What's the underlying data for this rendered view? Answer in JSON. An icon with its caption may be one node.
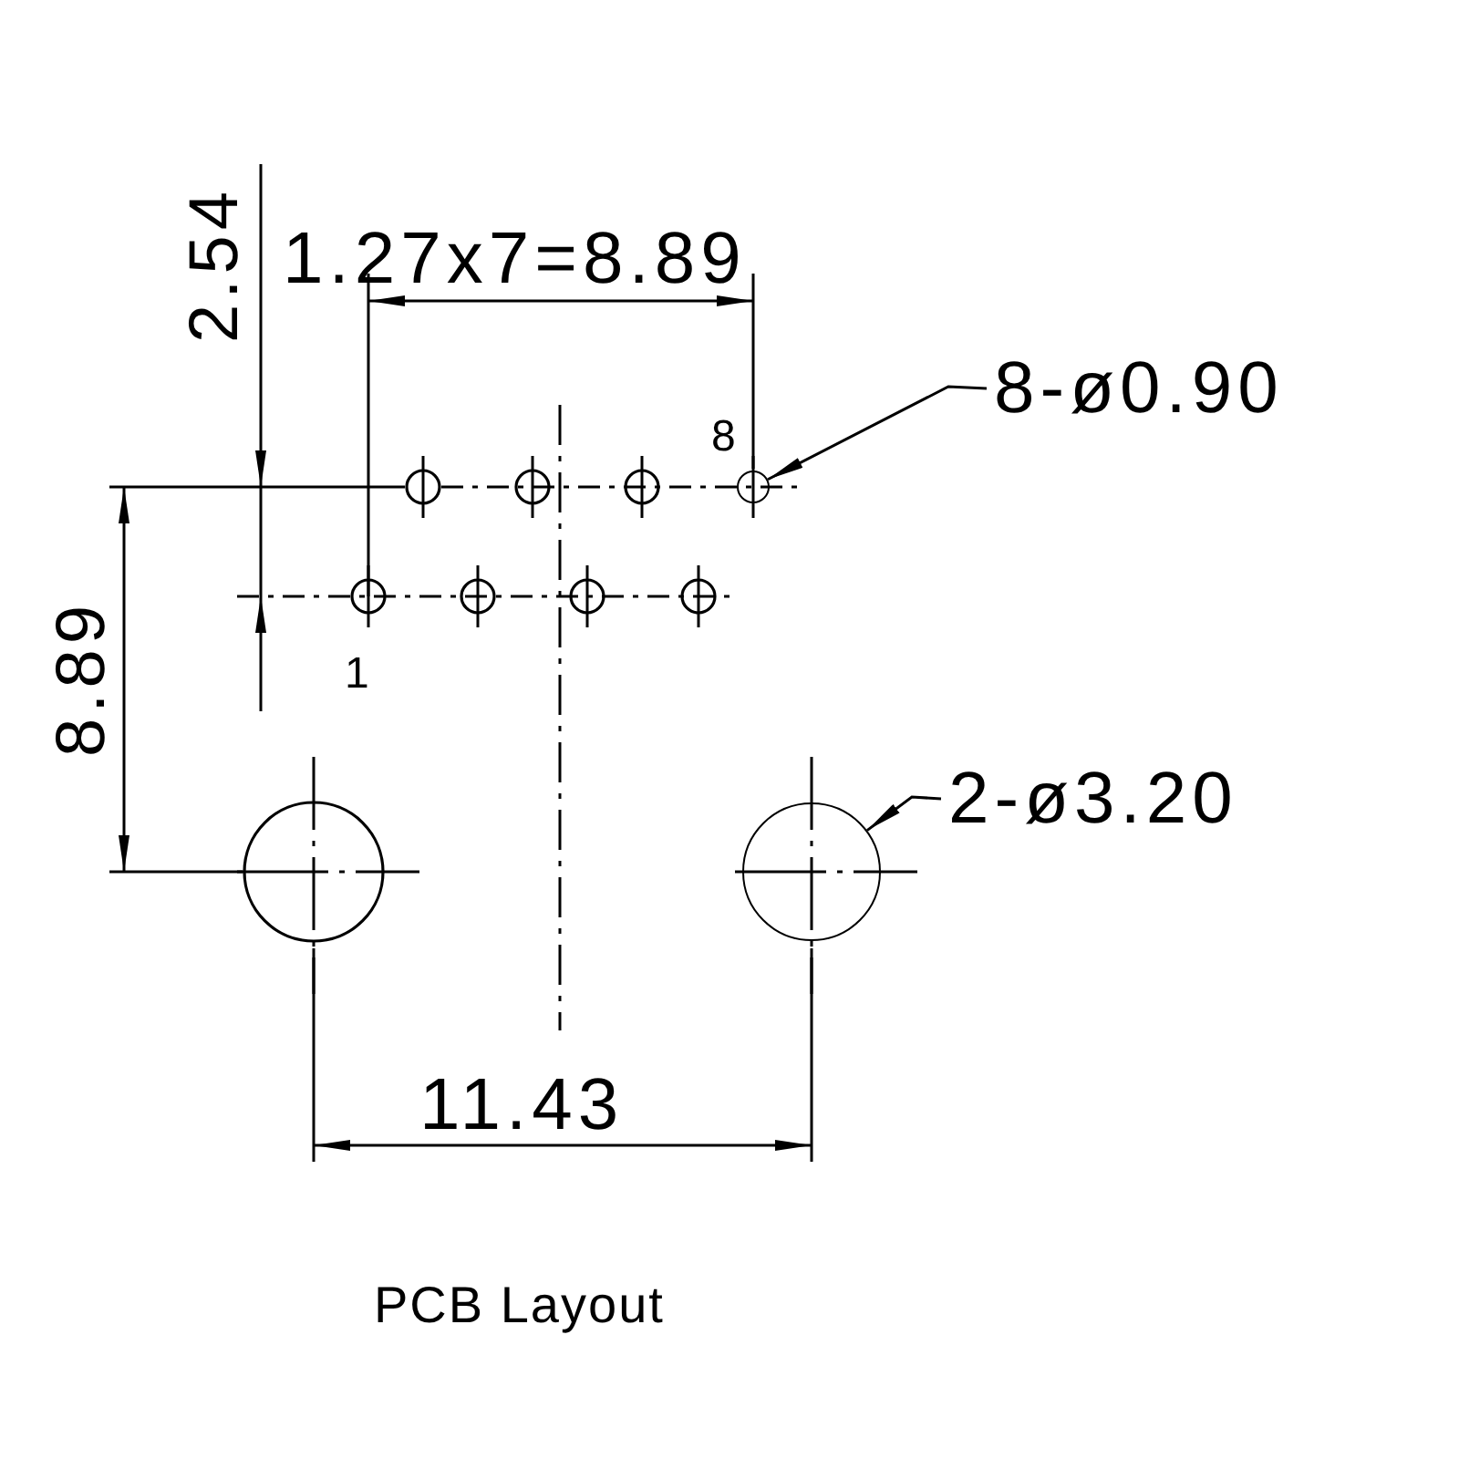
{
  "diagram": {
    "caption": "PCB Layout",
    "nodes": [
      {
        "text": [
          "8-ø0.90"
        ]
      },
      {
        "text": [],
        "shape": "circle"
      },
      {
        "text": [
          "2-ø3.20"
        ]
      },
      {
        "text": [],
        "shape": "circle"
      }
    ],
    "edges": [
      {
        "from": 0,
        "to": 1,
        "arrow": "to"
      },
      {
        "from": 2,
        "to": 3,
        "arrow": "to"
      }
    ],
    "labels": [
      "2.54",
      "1.27x7=8.89",
      "8",
      "1",
      "8.89",
      "11.43"
    ]
  }
}
